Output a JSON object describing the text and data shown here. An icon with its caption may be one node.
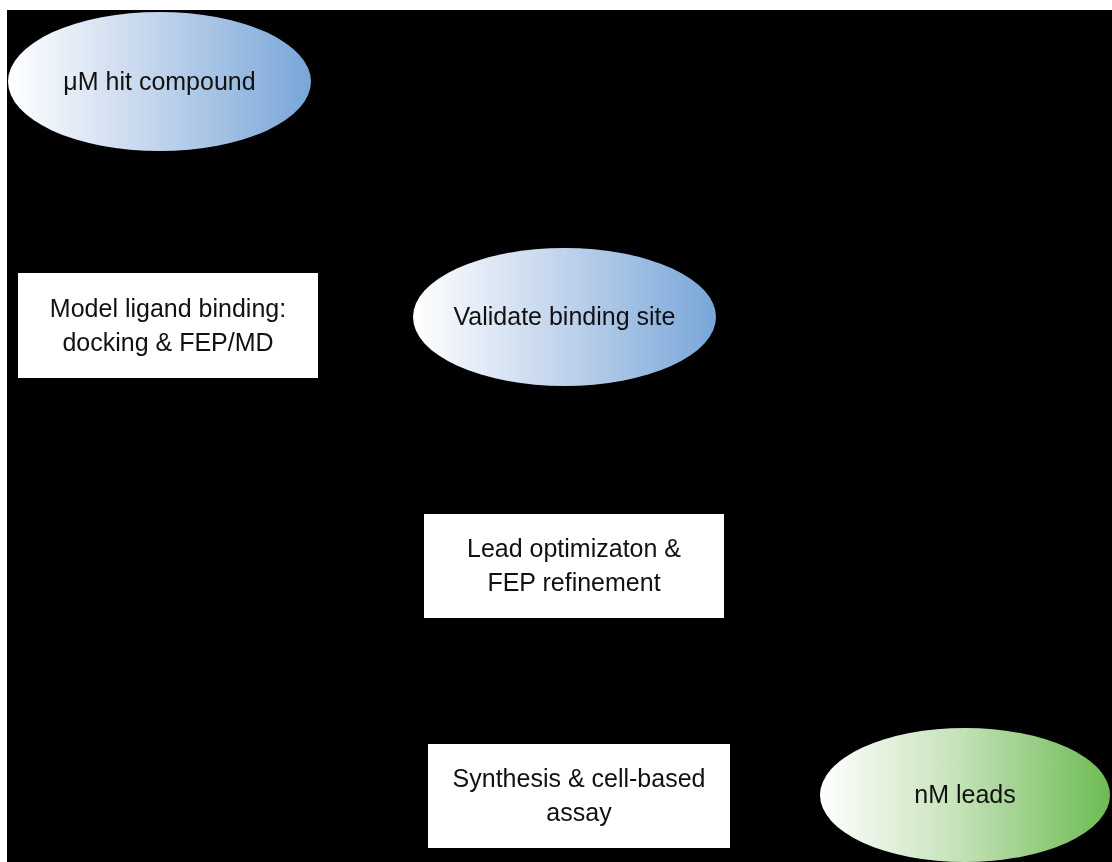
{
  "diagram": {
    "nodes": [
      {
        "text": [
          "μM hit compound"
        ]
      },
      {
        "text": [
          "Model ligand binding: docking &  FEP/MD"
        ]
      },
      {
        "text": [
          "Validate binding site"
        ]
      },
      {
        "text": [
          "Lead optimizaton & FEP refinement"
        ]
      },
      {
        "text": [
          "Synthesis  & cell-based assay"
        ]
      },
      {
        "text": [
          "nM leads"
        ]
      }
    ]
  }
}
